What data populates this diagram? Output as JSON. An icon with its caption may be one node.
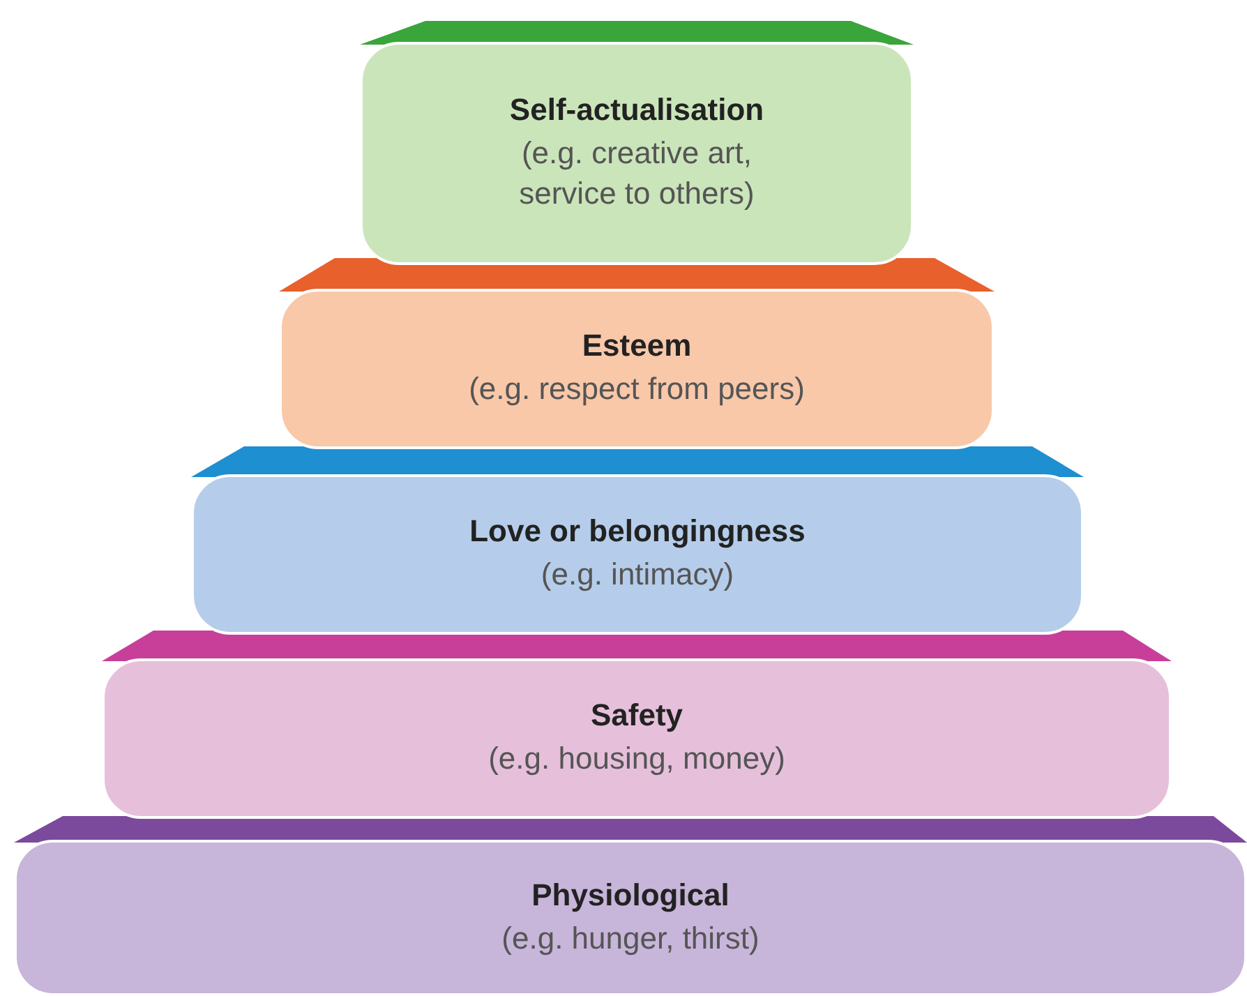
{
  "diagram": {
    "nodes": [
      {
        "text": [
          "Self-actualisation",
          "(e.g. creative art, service to others)"
        ]
      },
      {
        "text": [
          "Esteem",
          "(e.g. respect from peers)"
        ]
      },
      {
        "text": [
          "Love or belongingness",
          "(e.g. intimacy)"
        ]
      },
      {
        "text": [
          "Safety",
          "(e.g. housing, money)"
        ]
      },
      {
        "text": [
          "Physiological",
          "(e.g. hunger, thirst)"
        ]
      }
    ],
    "edges": []
  }
}
